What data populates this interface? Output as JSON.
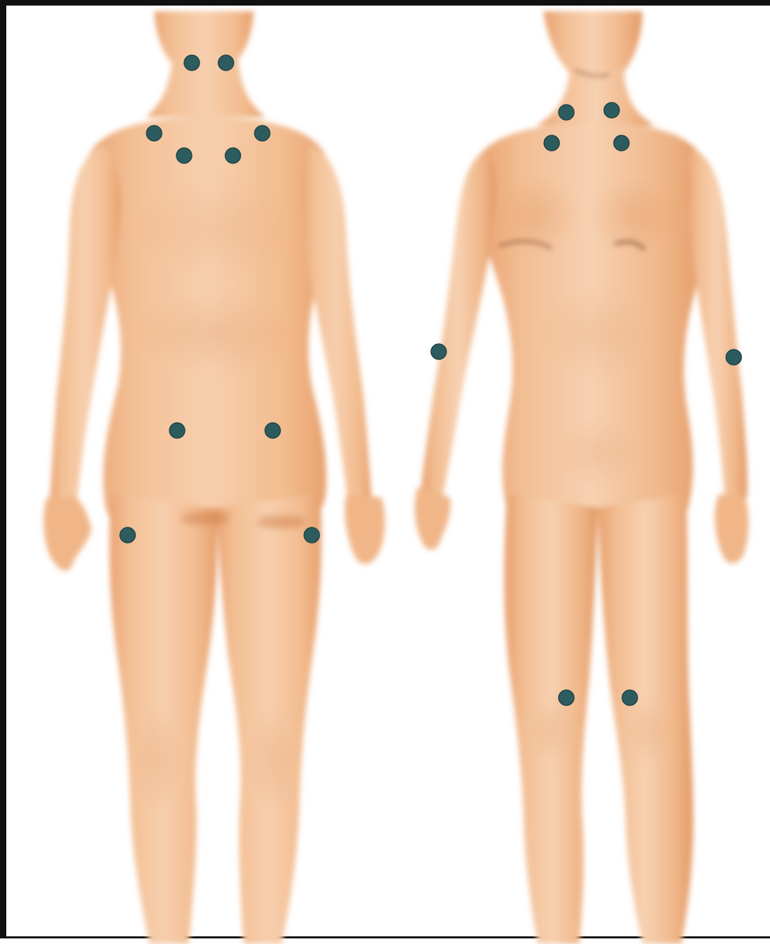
{
  "figure": {
    "views": [
      "back",
      "front"
    ],
    "colors": {
      "skin_light": "#f6cba6",
      "skin_mid": "#eeab7c",
      "skin_shadow": "#d9874f",
      "marker": "#2d5c5e",
      "marker_outline": "#1d4446",
      "frame": "#111111"
    },
    "marker_icon": "tender-point-dot-icon",
    "tender_point_count": 18
  }
}
